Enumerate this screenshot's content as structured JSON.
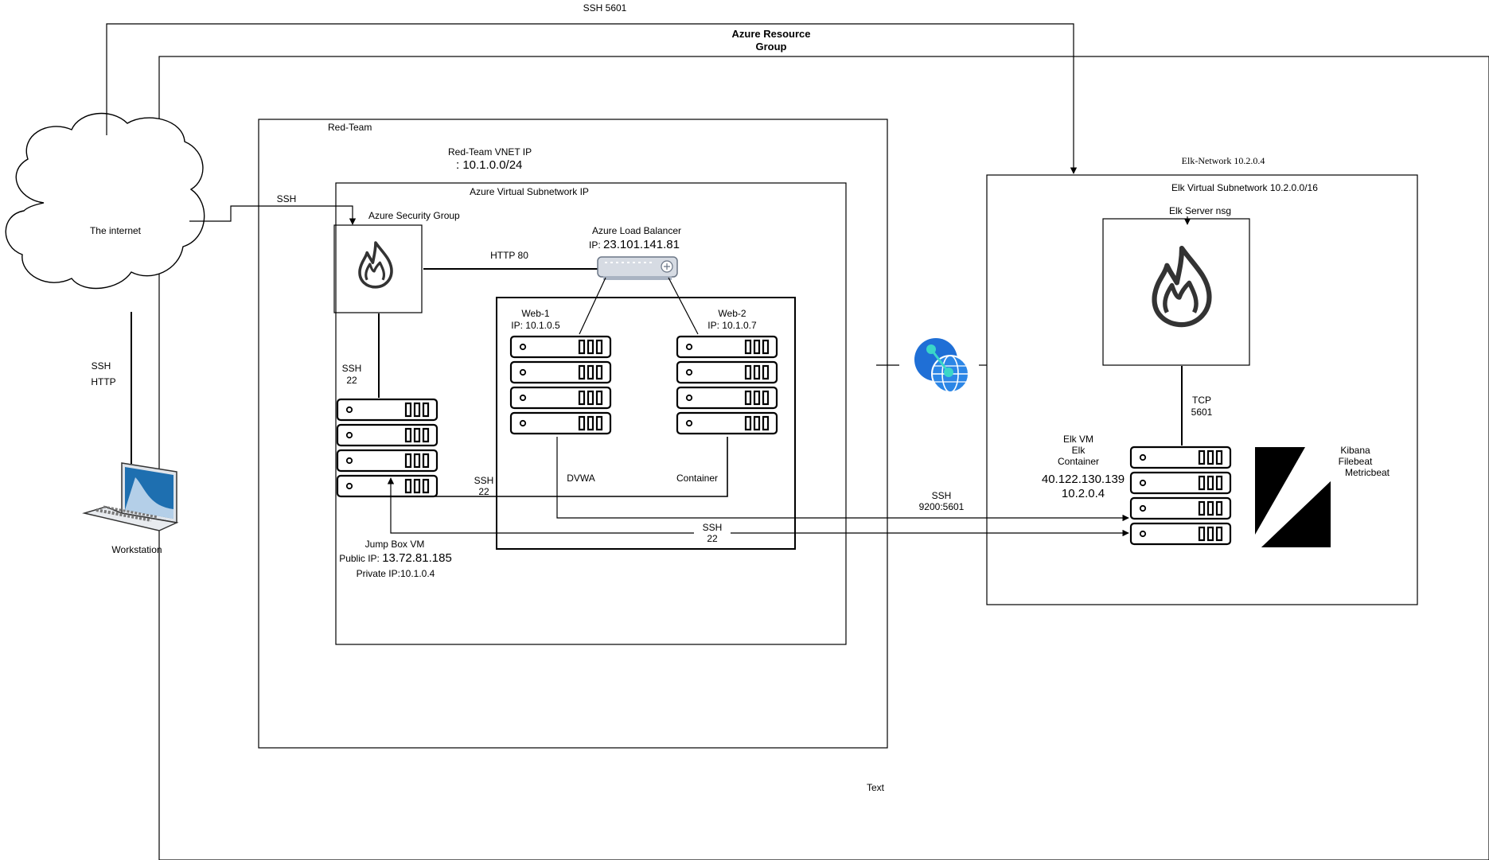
{
  "labels": {
    "ssh_5601_top": "SSH 5601",
    "azure_rg_line1": "Azure Resource",
    "azure_rg_line2": "Group",
    "red_team": "Red-Team",
    "vnet_line1": "Red-Team VNET IP",
    "vnet_line2": ": 10.1.0.0/24",
    "subnet": "Azure Virtual Subnetwork IP",
    "security_group": "Azure Security Group",
    "internet": "The internet",
    "ssh_internet": "SSH",
    "http80": "HTTP 80",
    "lb_title": "Azure Load Balancer",
    "lb_ip_prefix": "IP: ",
    "lb_ip": "23.101.141.81",
    "web1_name": "Web-1",
    "web1_ip": "IP: 10.1.0.5",
    "web2_name": "Web-2",
    "web2_ip": "IP: 10.1.0.7",
    "ssh22_left_1": "SSH",
    "ssh22_left_2": "22",
    "ssh_http_1": "SSH",
    "ssh_http_2": "HTTP",
    "workstation": "Workstation",
    "dvwa": "DVWA",
    "container": "Container",
    "ssh22_mid_1": "SSH",
    "ssh22_mid_2": "22",
    "jump_name": "Jump Box VM",
    "jump_public_prefix": "Public IP: ",
    "jump_public_ip": "13.72.81.185",
    "jump_private": "Private IP:10.1.0.4",
    "ssh22_bottom_1": "SSH",
    "ssh22_bottom_2": "22",
    "ssh9200_1": "SSH",
    "ssh9200_2": "9200:5601",
    "elk_network": "Elk-Network 10.2.0.4",
    "elk_subnet": "Elk Virtual Subnetwork 10.2.0.0/16",
    "elk_nsg": "Elk Server nsg",
    "tcp_1": "TCP",
    "tcp_2": "5601",
    "elk_vm_1": "Elk VM",
    "elk_vm_2": "Elk",
    "elk_vm_3": "Container",
    "elk_ip_1": "40.122.130.139",
    "elk_ip_2": "10.2.0.4",
    "kibana": "Kibana",
    "filebeat": "Filebeat",
    "metricbeat": "Metricbeat",
    "text_placeholder": "Text"
  },
  "icons": {
    "firewall_left": "firewall-icon",
    "firewall_right": "firewall-icon",
    "cloud": "cloud-icon",
    "laptop": "laptop-icon",
    "load_balancer": "load-balancer-icon",
    "vnet_peering": "vnet-peering-icon",
    "kibana_logo": "kibana-logo-icon",
    "server_rack": "server-rack-icon"
  },
  "colors": {
    "line": "#000000",
    "peering_blue": "#1f6fd6",
    "peering_teal": "#3ad7c8",
    "laptop_screen": "#1e6fb0",
    "lb_body": "#d6dbe3"
  }
}
